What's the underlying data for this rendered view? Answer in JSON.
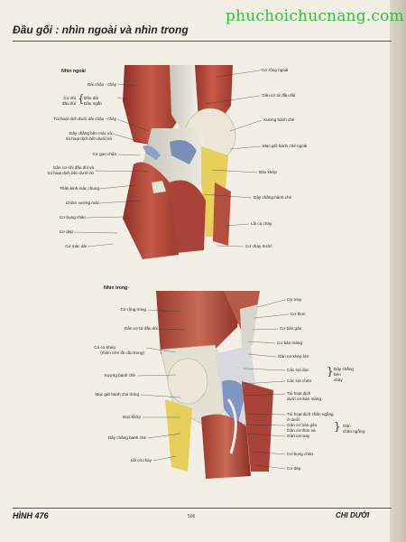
{
  "watermark": "phuchoichucnang.com",
  "title": "Đầu gối : nhìn ngoài và nhìn trong",
  "upper": {
    "heading": "Nhìn ngoài",
    "left": [
      "Dải chậu - chày",
      "Cơ nhị",
      "đầu đùi",
      "Đầu dài",
      "Đầu ngắn",
      "Túi hoạt dịch dưới dải chậu - chày",
      "Dây chằng bên mác và",
      "túi hoạt dịch bên dưới nó",
      "Cơ gan chân",
      "Gân cơ nhị đầu đùi và",
      "túi hoạt dịch bên dưới nó",
      "Thần kinh mác chung",
      "Chỏm xương mác",
      "Cơ bụng chân",
      "Cơ dép",
      "Cơ mác dài"
    ],
    "right": [
      "Cơ rộng ngoài",
      "Gân cơ tứ đầu đùi",
      "Xương bánh chè",
      "Mạc giữ bánh chè ngoài",
      "Bao khớp",
      "Dây chằng bánh chè",
      "Lồi củ chày",
      "Cơ chày trước"
    ]
  },
  "lower": {
    "heading": "Nhìn trong",
    "left": [
      "Cơ rộng trong",
      "Gân cơ tứ đầu đùi",
      "Củ cơ khép",
      "(mỏm trên lồi cầu trong)",
      "Xương bánh chè",
      "Mạc giữ bánh chè trong",
      "Bao khớp",
      "Dây chằng bánh chè",
      "Lồi củ chày"
    ],
    "right": [
      "Cơ may",
      "Cơ thon",
      "Cơ bán gân",
      "Cơ bán màng",
      "Gân cơ khép lớn",
      "Các sợi dọc",
      "Các sợi chéo",
      "Dây chằng",
      "bên",
      "chày",
      "Túi hoạt dịch",
      "dưới cơ bán màng",
      "Túi hoạt dịch chân ngỗng",
      "ở dưới",
      "Gân cơ bán gân",
      "Gân cơ thon và",
      "Gân cơ may",
      "Gân",
      "chân ngỗng",
      "Cơ bụng chân",
      "Cơ dép"
    ]
  },
  "footer": {
    "figure": "HÌNH 476",
    "page": "506",
    "section": "CHI DƯỚI"
  },
  "colors": {
    "watermark": "#2fbf3f",
    "muscle": "#b5483a",
    "tendon": "#e4e0d2",
    "fat": "#e6cf5a",
    "paper": "#f3efe6"
  }
}
